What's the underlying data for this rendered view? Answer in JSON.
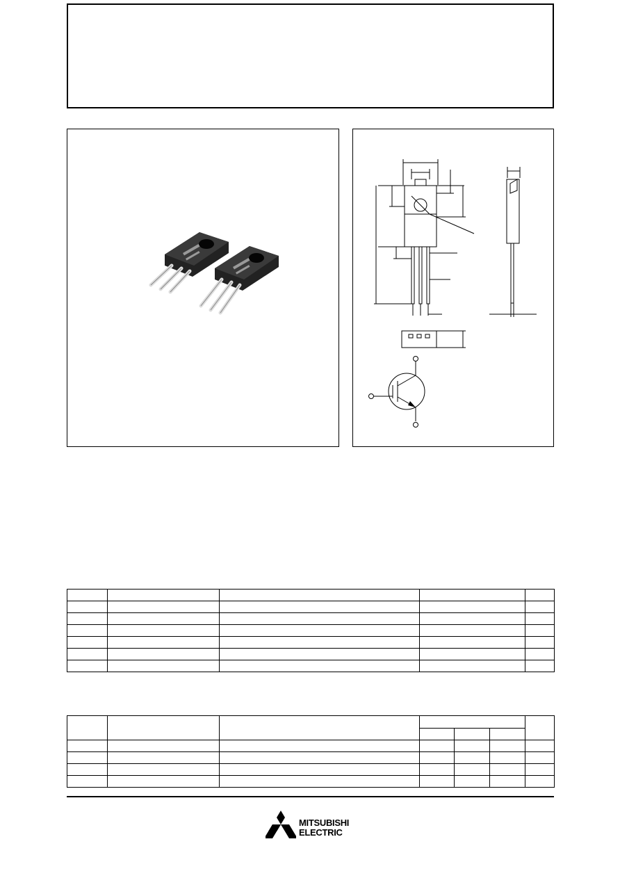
{
  "logo": {
    "line1": "MITSUBISHI",
    "line2": "ELECTRIC"
  },
  "table1": {
    "rows": 7,
    "cols": 5
  },
  "table2": {
    "header_rows": 2,
    "body_rows": 4,
    "cols": 7
  }
}
